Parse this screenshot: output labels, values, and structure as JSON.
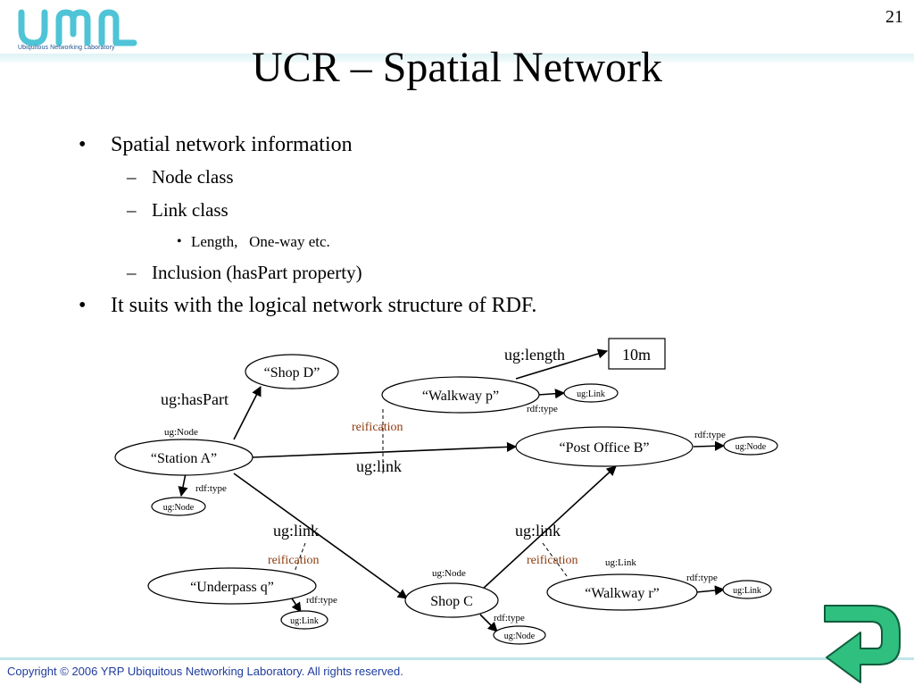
{
  "header": {
    "logo_name": "ubiquitous-networking-laboratory-logo",
    "logo_text": "Ubiquitous Networking Laboratory",
    "page_number": "21"
  },
  "title": "UCR – Spatial Network",
  "bullets": [
    {
      "marker": "•",
      "text": "Spatial network information"
    },
    {
      "marker": "–",
      "text": "Node class"
    },
    {
      "marker": "–",
      "text": "Link class"
    },
    {
      "marker": "•",
      "text": "Length,   One-way etc."
    },
    {
      "marker": "–",
      "text": "Inclusion (hasPart property)"
    },
    {
      "marker": "•",
      "text": "It suits with the logical network structure of RDF."
    }
  ],
  "diagram": {
    "nodes": {
      "shop_d": "“Shop D”",
      "walkway_p": "“Walkway p”",
      "station_a": "“Station A”",
      "post_office_b": "“Post Office B”",
      "underpass_q": "“Underpass q”",
      "shop_c": "Shop C",
      "walkway_r": "“Walkway r”",
      "value_10m": "10m",
      "type_link_p": "ug:Link",
      "type_node_b": "ug:Node",
      "type_node_a": "ug:Node",
      "type_link_q": "ug:Link",
      "type_node_c": "ug:Node",
      "type_link_r": "ug:Link"
    },
    "labels": {
      "length": "ug:length",
      "has_part": "ug:hasPart",
      "node_above_a": "ug:Node",
      "rdf_type_p": "rdf:type",
      "reification_p": "reification",
      "rdf_type_b": "rdf:type",
      "link_a_b": "ug:link",
      "rdf_type_a": "rdf:type",
      "link_a_c": "ug:link",
      "link_c_b": "ug:link",
      "reification_q": "reification",
      "reification_r": "reification",
      "node_above_c": "ug:Node",
      "link_above_r": "ug:Link",
      "rdf_type_r": "rdf:type",
      "rdf_type_q": "rdf:type",
      "rdf_type_c": "rdf:type"
    },
    "colors": {
      "reification": "#8b3a0f",
      "line": "#000000"
    }
  },
  "footer": {
    "copyright": "Copyright © 2006 YRP Ubiquitous Networking Laboratory. All rights reserved."
  },
  "navigation": {
    "return_icon": "return-arrow-icon",
    "return_color": "#2fbf7f"
  }
}
